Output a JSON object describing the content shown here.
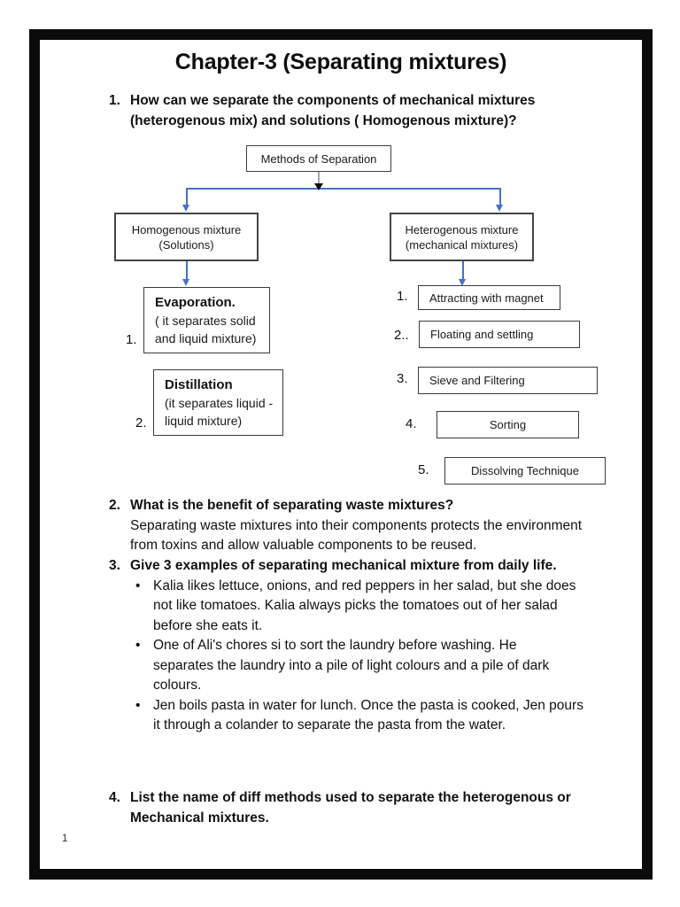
{
  "document": {
    "title": "Chapter-3 (Separating mixtures)",
    "page_number": "1"
  },
  "questions": [
    {
      "number": "1.",
      "text_line1": "How can we separate the components of mechanical mixtures",
      "text_line2": "(heterogenous mix) and solutions ( Homogenous mixture)?"
    },
    {
      "number": "2.",
      "text": "What is the benefit of separating waste mixtures?",
      "answer_line1": "Separating waste mixtures into their components protects the environment",
      "answer_line2": "from toxins and allow valuable components to be reused."
    },
    {
      "number": "3.",
      "text": "Give 3 examples of separating mechanical mixture from daily life.",
      "bullets": [
        {
          "marker": "•",
          "line1": "Kalia likes lettuce, onions, and red peppers in her salad, but she does",
          "line2": "not like tomatoes. Kalia always picks the tomatoes out of her salad",
          "line3": "before she eats it."
        },
        {
          "marker": "•",
          "line1": "One of Ali's chores si to sort the laundry before washing. He",
          "line2": "separates the laundry into a pile of light colours and a pile of dark",
          "line3": "colours."
        },
        {
          "marker": "•",
          "line1": "Jen boils pasta in water for lunch. Once the pasta is cooked, Jen pours",
          "line2": "it through a colander to separate the pasta from the water.",
          "line3": ""
        }
      ]
    },
    {
      "number": "4.",
      "text_line1": "List the name of diff methods used to separate the heterogenous or",
      "text_line2": "Mechanical mixtures."
    }
  ],
  "flowchart": {
    "root": "Methods of Separation",
    "branch_left": {
      "line1": "Homogenous mixture",
      "line2": "(Solutions)"
    },
    "branch_right": {
      "line1": "Heterogenous mixture",
      "line2": "(mechanical mixtures)"
    },
    "left_methods": [
      {
        "number": "1.",
        "title": "Evaporation.",
        "desc_line1": "( it separates solid",
        "desc_line2": "and liquid mixture)"
      },
      {
        "number": "2.",
        "title": "Distillation",
        "desc_line1": "(it separates liquid -",
        "desc_line2": "liquid mixture)"
      }
    ],
    "right_methods": [
      {
        "number": "1.",
        "label": "Attracting with magnet"
      },
      {
        "number": "2..",
        "label": "Floating and settling"
      },
      {
        "number": "3.",
        "label": "Sieve and Filtering"
      },
      {
        "number": "4.",
        "label": "Sorting"
      },
      {
        "number": "5.",
        "label": "Dissolving Technique"
      }
    ],
    "colors": {
      "connector_blue": "#4472C4",
      "connector_gray": "#A6A6A6",
      "arrow_black": "#0D0D0D",
      "box_border": "#3B3B3B"
    }
  }
}
